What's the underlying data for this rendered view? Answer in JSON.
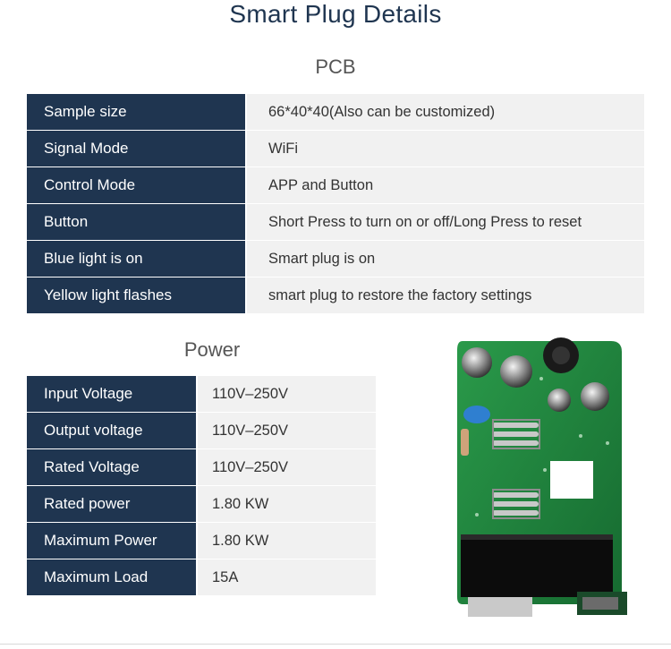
{
  "page": {
    "title": "Smart Plug Details"
  },
  "pcb": {
    "heading": "PCB",
    "rows": [
      {
        "label": "Sample size",
        "value": "66*40*40(Also can be customized)"
      },
      {
        "label": "Signal Mode",
        "value": "WiFi"
      },
      {
        "label": "Control Mode",
        "value": "APP and Button"
      },
      {
        "label": "Button",
        "value": "Short Press to turn on or off/Long Press to reset"
      },
      {
        "label": "Blue light is on",
        "value": "Smart plug is on"
      },
      {
        "label": "Yellow light flashes",
        "value": "smart plug to restore the factory settings"
      }
    ]
  },
  "power": {
    "heading": "Power",
    "rows": [
      {
        "label": "Input Voltage",
        "value": "110V–250V"
      },
      {
        "label": "Output voltage",
        "value": "110V–250V"
      },
      {
        "label": "Rated Voltage",
        "value": "110V–250V"
      },
      {
        "label": "Rated power",
        "value": "1.80 KW"
      },
      {
        "label": "Maximum Power",
        "value": "1.80 KW"
      },
      {
        "label": "Maximum Load",
        "value": "15A"
      }
    ]
  },
  "colors": {
    "label_bg": "#1f3550",
    "value_bg": "#f1f1f1",
    "title": "#1f3550",
    "board_green": "#1d7a3c"
  }
}
